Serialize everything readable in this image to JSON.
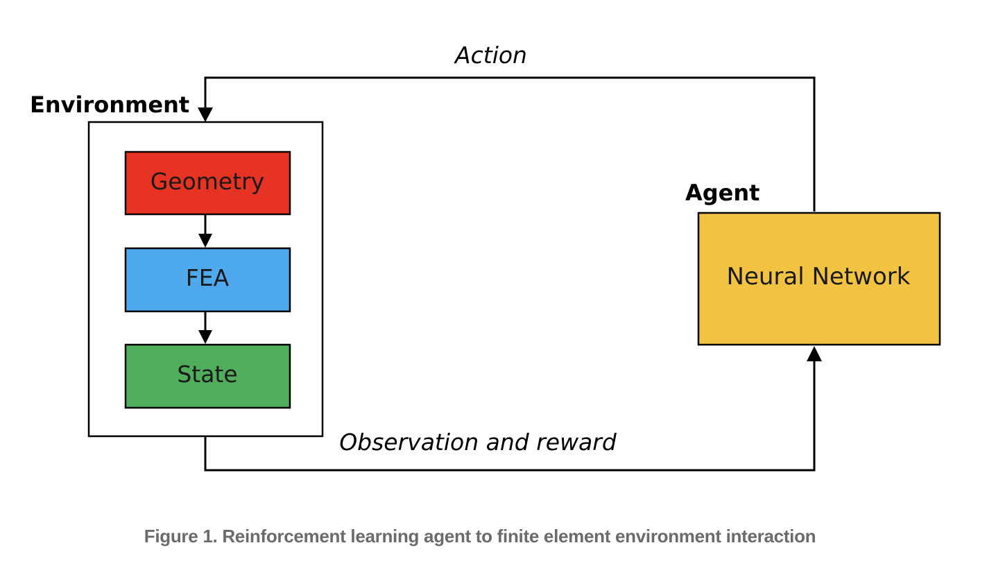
{
  "diagram": {
    "action_label": "Action",
    "environment_label": "Environment",
    "agent_label": "Agent",
    "observation_label": "Observation and reward",
    "nodes": {
      "geometry": "Geometry",
      "fea": "FEA",
      "state": "State",
      "neural_network": "Neural Network"
    },
    "colors": {
      "geometry": "#e63323",
      "fea": "#4eaaec",
      "state": "#4fad5b",
      "neural_network": "#f2c242",
      "stroke": "#000000",
      "caption": "#6b6b6b"
    }
  },
  "caption": "Figure 1. Reinforcement learning agent to finite element environment interaction"
}
